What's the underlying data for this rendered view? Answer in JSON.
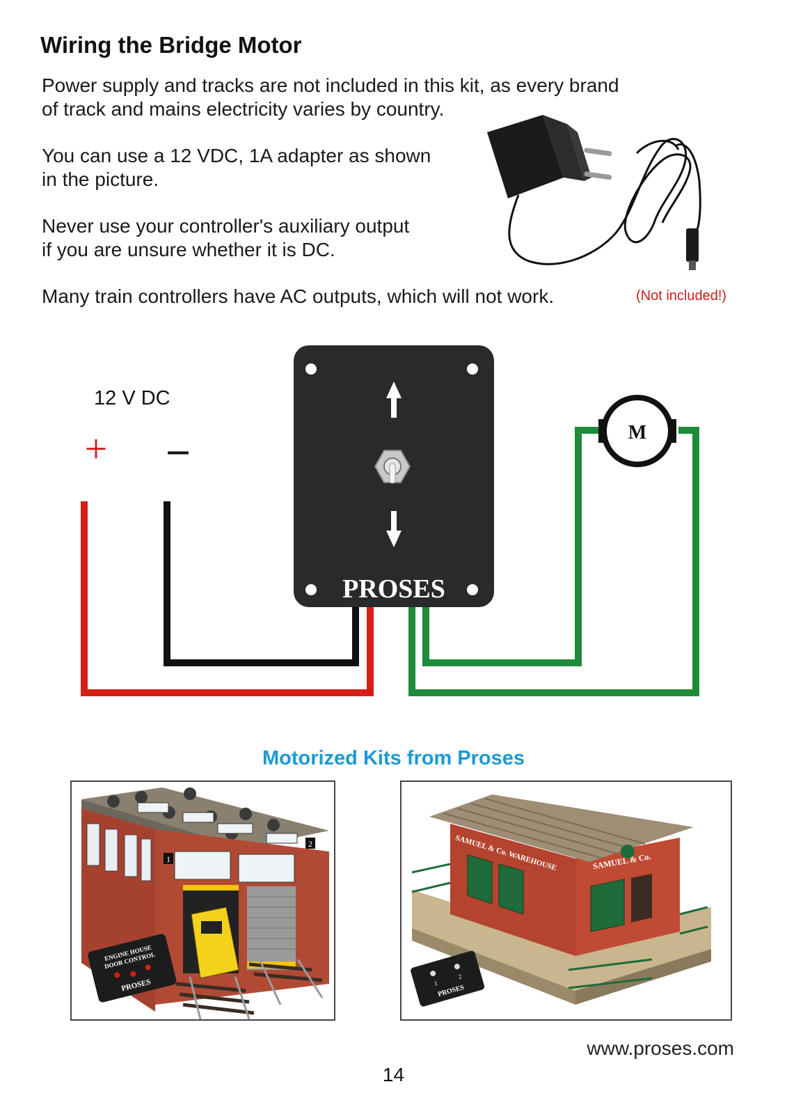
{
  "page": {
    "title": "Wiring the Bridge Motor",
    "paragraphs": [
      [
        "Power supply and tracks are not included in this kit, as every brand",
        "of track and mains electricity varies by country."
      ],
      [
        "You can use a 12 VDC, 1A adapter as shown",
        "in the picture."
      ],
      [
        "Never use your controller's auxiliary output",
        "if you are unsure whether it is DC."
      ],
      [
        "Many train controllers have AC outputs, which will not work."
      ]
    ],
    "adapter_note": "(Not included!)",
    "page_number": "14",
    "website": "www.proses.com"
  },
  "diagram": {
    "supply_label": "12 V DC",
    "plus_symbol": "+",
    "minus_symbol": "–",
    "brand": "PROSES",
    "motor_label": "M",
    "colors": {
      "positive": "#d81e14",
      "negative": "#111111",
      "motor_wire": "#1e8a3a",
      "panel": "#2a2a2a"
    }
  },
  "kits": {
    "heading": "Motorized Kits from Proses",
    "engine_house": {
      "door_numbers": [
        "1",
        "2"
      ],
      "panel_text": [
        "ENGINE HOUSE",
        "DOOR CONTROL"
      ],
      "panel_brand": "PROSES"
    },
    "warehouse": {
      "sign_front": "SAMUEL & Co. WAREHOUSE",
      "sign_side": "SAMUEL & Co.",
      "panel_numbers": [
        "1",
        "2"
      ],
      "panel_brand": "PROSES"
    }
  }
}
